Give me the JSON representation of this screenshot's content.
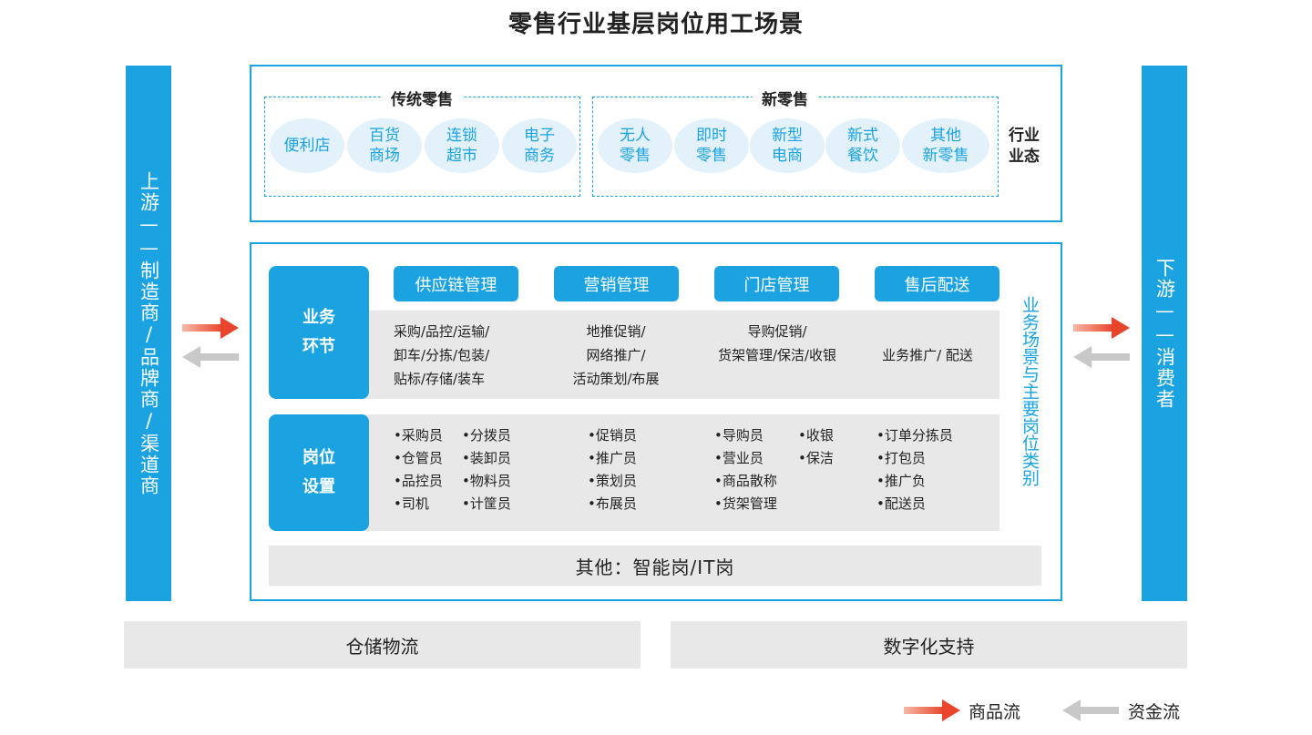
{
  "title": "零售行业基层岗位用工场景",
  "upstream": "上游——制造商/品牌商/渠道商",
  "downstream": "下游——消费者",
  "industry": {
    "traditional_label": "传统零售",
    "new_label": "新零售",
    "traditional": [
      "便利店",
      "百货\n商场",
      "连锁\n超市",
      "电子\n商务"
    ],
    "new": [
      "无人\n零售",
      "即时\n零售",
      "新型\n电商",
      "新式\n餐饮",
      "其他\n新零售"
    ],
    "side_label": "行业\n业态"
  },
  "business": {
    "headers": [
      "供应链管理",
      "营销管理",
      "门店管理",
      "售后配送"
    ],
    "links_label": "业务\n环节",
    "links": [
      "采购/品控/运输/\n卸车/分拣/包装/\n贴标/存储/装车",
      "地推促销/\n网络推广/\n活动策划/布展",
      "导购促销/\n货架管理/保洁/收银",
      "业务推广/ 配送"
    ],
    "positions_label": "岗位\n设置",
    "positions": {
      "supply_a": [
        "•采购员",
        "•仓管员",
        "•品控员",
        "•司机"
      ],
      "supply_b": [
        "•分拨员",
        "•装卸员",
        "•物料员",
        "•计筐员"
      ],
      "marketing": [
        "•促销员",
        "•推广员",
        "•策划员",
        "•布展员"
      ],
      "store_a": [
        "•导购员",
        "•营业员",
        "•商品散称",
        "•货架管理"
      ],
      "store_b": [
        "•收银",
        "•保洁"
      ],
      "aftersale": [
        "•订单分拣员",
        "•打包员",
        "•推广负",
        "•配送员"
      ]
    },
    "other": "其他：智能岗/IT岗",
    "side_label": "业务场景与主要岗位类别"
  },
  "bottom": {
    "left": "仓储物流",
    "right": "数字化支持"
  },
  "legend": {
    "goods": "商品流",
    "funds": "资金流"
  },
  "colors": {
    "blue": "#1aa3e0",
    "light_blue": "#e3f1fb",
    "gray": "#e8e8e8",
    "arrow_red": "#e8452c",
    "arrow_gray": "#c8c8c8"
  }
}
